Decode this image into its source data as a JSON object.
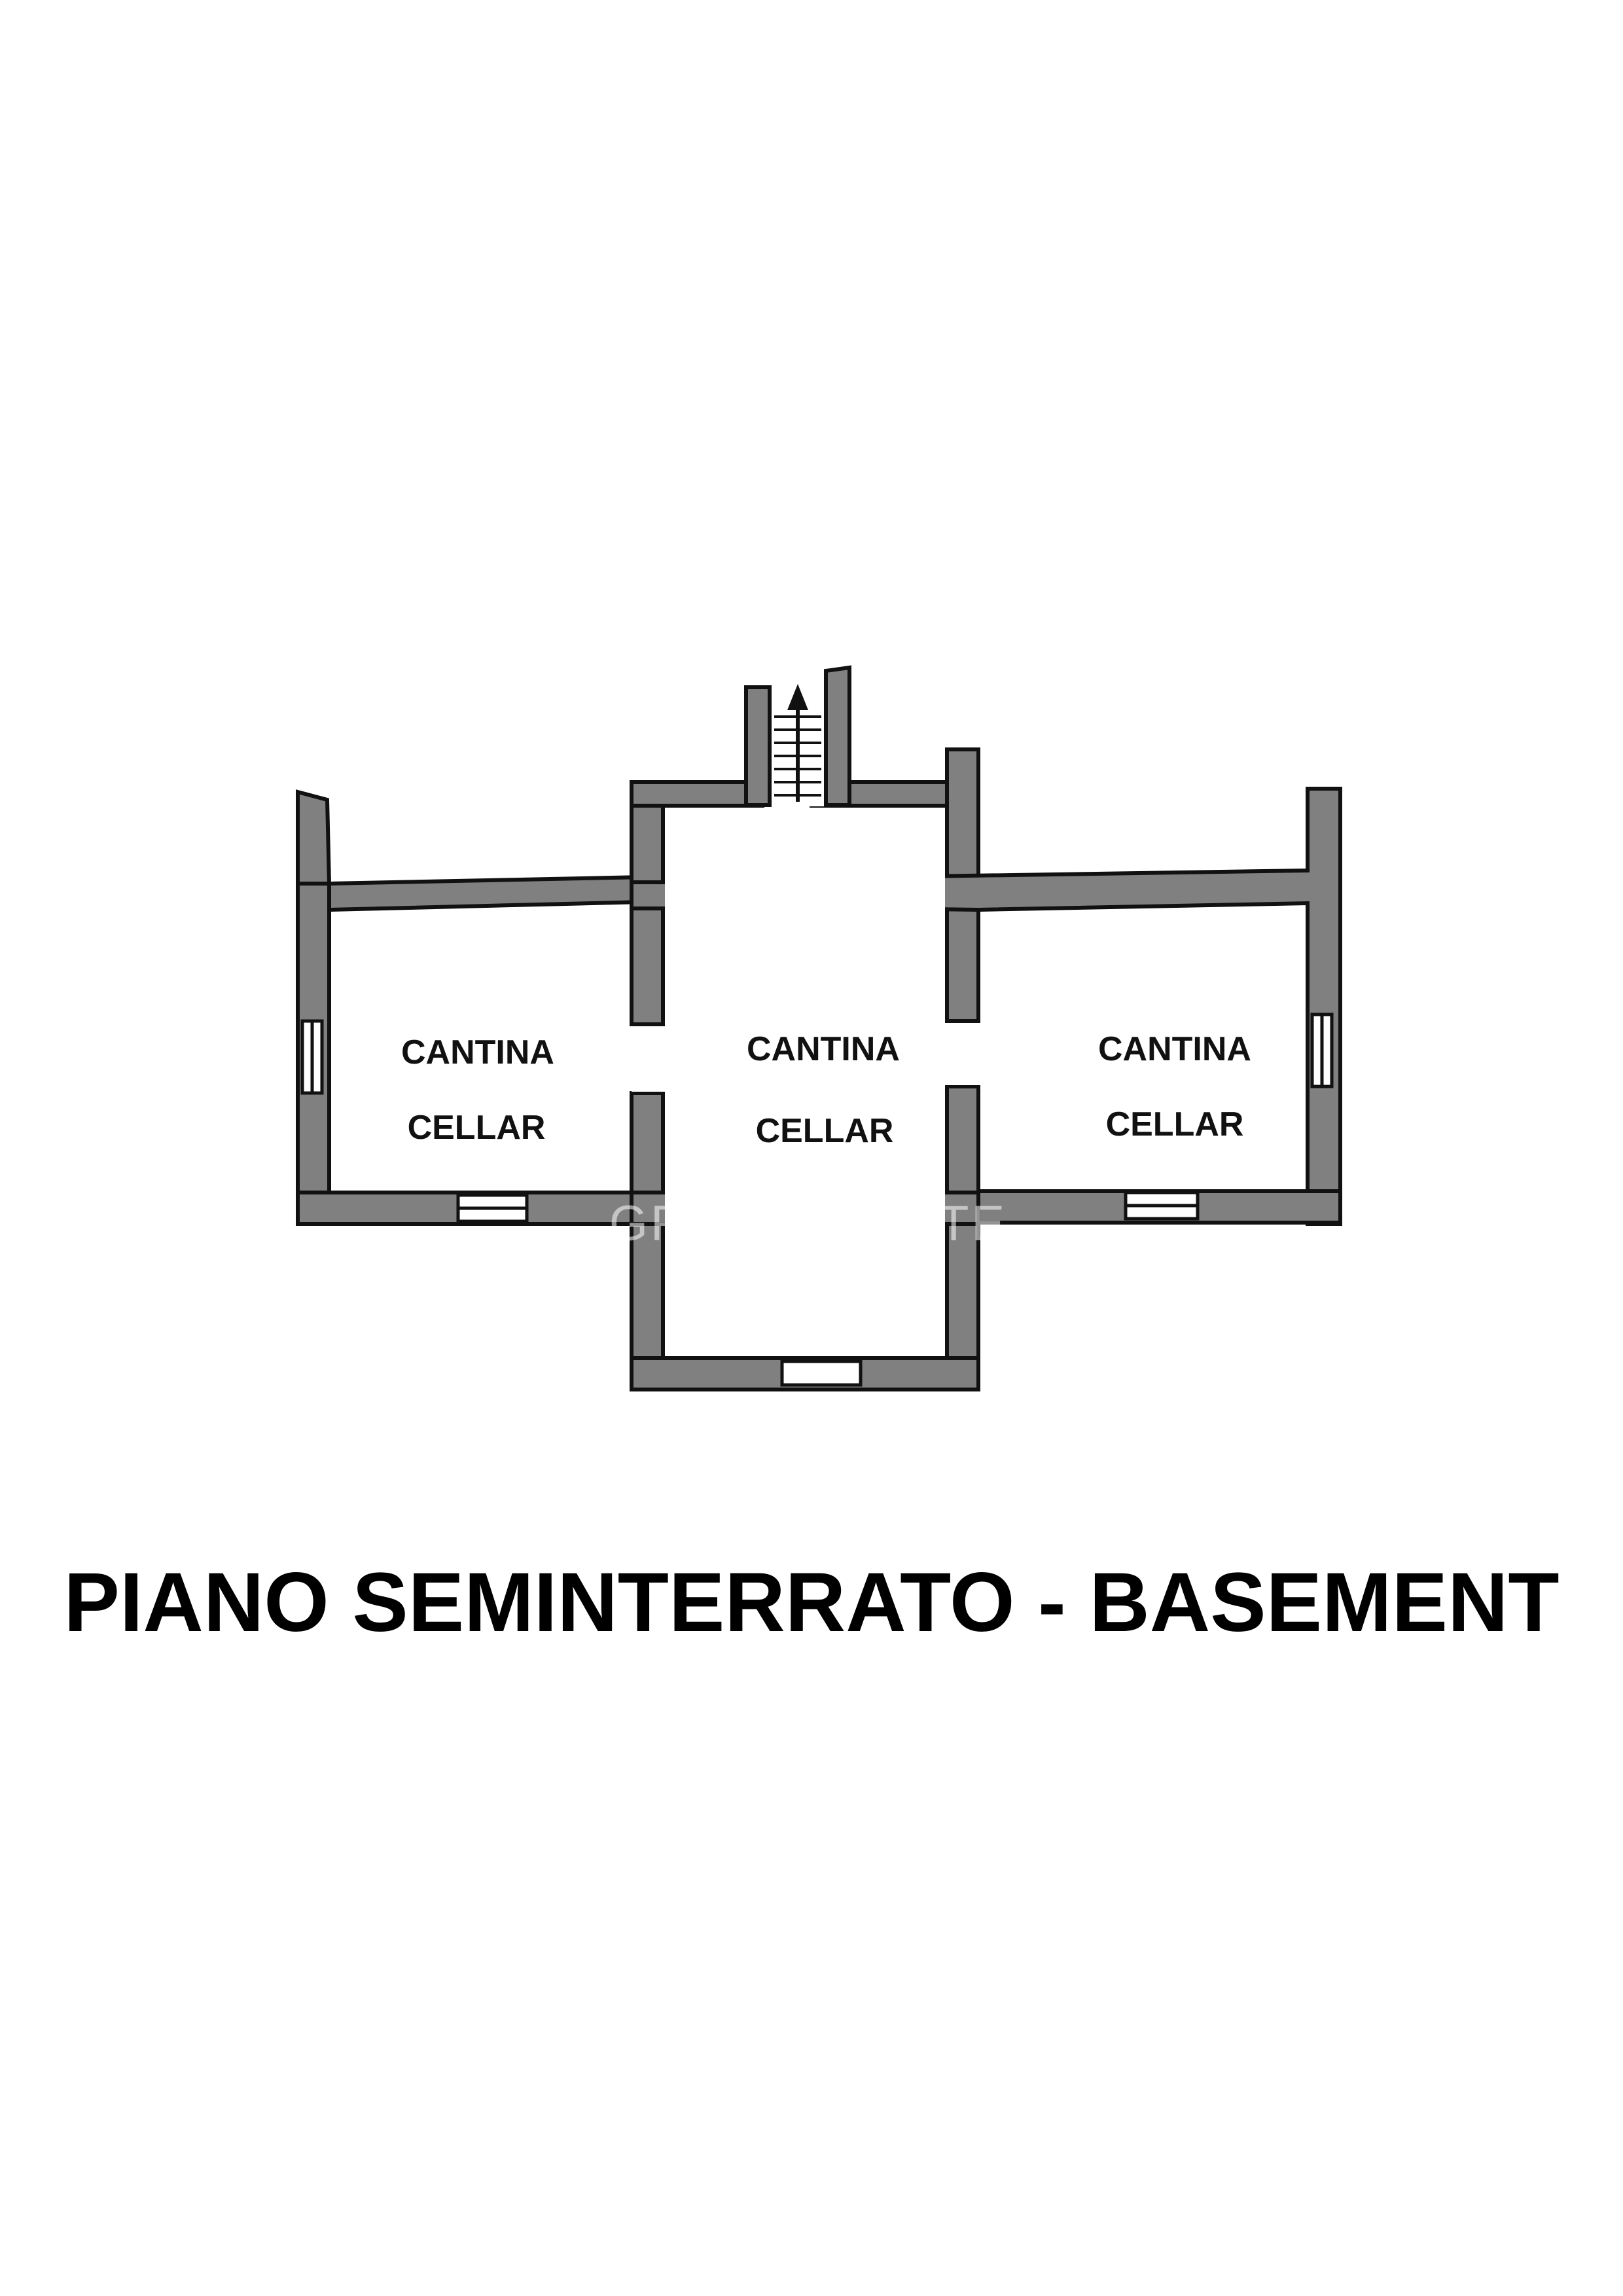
{
  "rooms": [
    {
      "line1": "CANTINA",
      "line2": "CELLAR"
    },
    {
      "line1": "CANTINA",
      "line2": "CELLAR"
    },
    {
      "line1": "CANTINA",
      "line2": "CELLAR"
    }
  ],
  "watermark": "GREAT ESTATE",
  "title": "PIANO SEMINTERRATO - BASEMENT",
  "colors": {
    "wall_fill": "#808080",
    "wall_outline": "#111111",
    "background": "#ffffff"
  },
  "icons": [
    "stair-arrow-icon",
    "window-icon"
  ]
}
